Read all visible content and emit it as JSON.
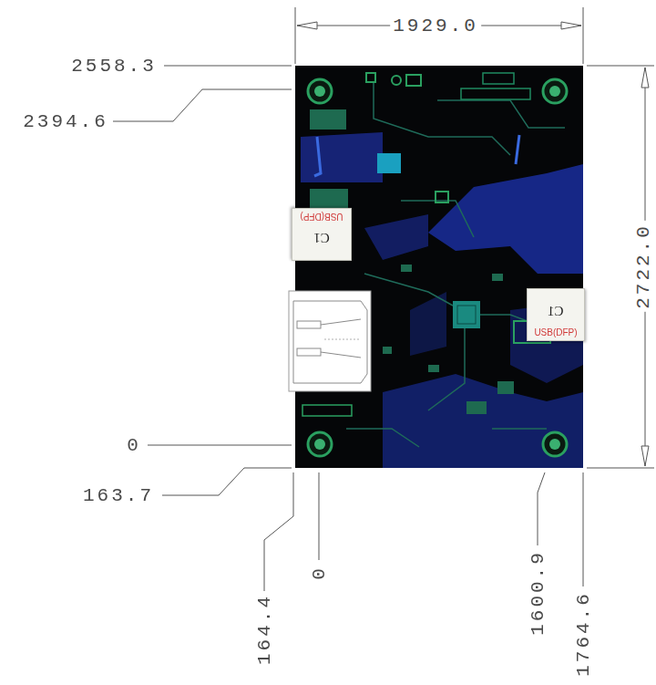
{
  "diagram": {
    "nodes": [
      {
        "text": [
          "C1",
          "USB(DFP)"
        ]
      },
      {
        "text": [
          "C1",
          "USB(DFP)"
        ]
      }
    ],
    "labels": [
      "1929.0",
      "2558.3",
      "2394.6",
      "2722.0",
      "0",
      "163.7",
      "164.4",
      "0",
      "1600.9",
      "1764.6"
    ]
  }
}
